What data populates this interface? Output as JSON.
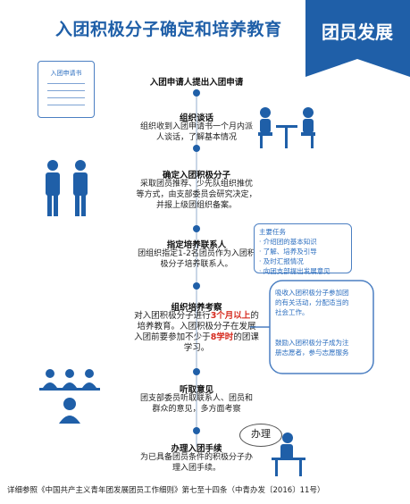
{
  "header": {
    "title": "入团积极分子确定和培养教育",
    "banner": "团员发展"
  },
  "document_icon_label": "入团申请书",
  "steps": [
    {
      "title": "入团申请人提出入团申请",
      "desc": ""
    },
    {
      "title": "组织谈话",
      "desc_lines": [
        "组织收到入团申请书一个月内派",
        "人谈话，了解基本情况"
      ]
    },
    {
      "title": "确定入团积极分子",
      "desc_lines": [
        "采取团员推荐、少先队组织推优",
        "等方式，由支部委员会研究决定，",
        "并报上级团组织备案。"
      ]
    },
    {
      "title": "指定培养联系人",
      "desc_lines": [
        "团组织指定1-2名团员作为入团积",
        "极分子培养联系人。"
      ]
    },
    {
      "title": "组织培养考察",
      "desc_parts": {
        "l1_pre": "对入团积极分子进行",
        "l1_red": "3个月以上",
        "l1_post": "的",
        "l2": "培养教育。入团积极分子在发展",
        "l3_pre": "入团前要参加不少于",
        "l3_red": "8学时",
        "l3_post": "的团课",
        "l4": "学习。"
      }
    },
    {
      "title": "听取意见",
      "desc_lines": [
        "团支部委员听取联系人、团员和",
        "群众的意见，多方面考察"
      ]
    },
    {
      "title": "办理入团手续",
      "desc_lines": [
        "为已具备团员条件的积极分子办",
        "理入团手续。"
      ]
    }
  ],
  "tasks_box": {
    "heading": "主要任务",
    "items": [
      "介绍团的基本知识",
      "了解、培养及引导",
      "及时汇报情况",
      "向团支部提出发展意见"
    ]
  },
  "note_1": [
    "吸收入团积极分子参加团",
    "的有关活动，分配适当的",
    "社会工作。"
  ],
  "note_2": [
    "鼓励入团积极分子成为注",
    "册志愿者，参与志愿服务"
  ],
  "badge": "办理",
  "footer": "详细参照《中国共产主义青年团发展团员工作细则》第七至十四条（中青办发〔2016〕11号）",
  "colors": {
    "primary": "#1f5fa8",
    "accent_red": "#d62b1f",
    "light_blue": "#2a6dbf"
  }
}
